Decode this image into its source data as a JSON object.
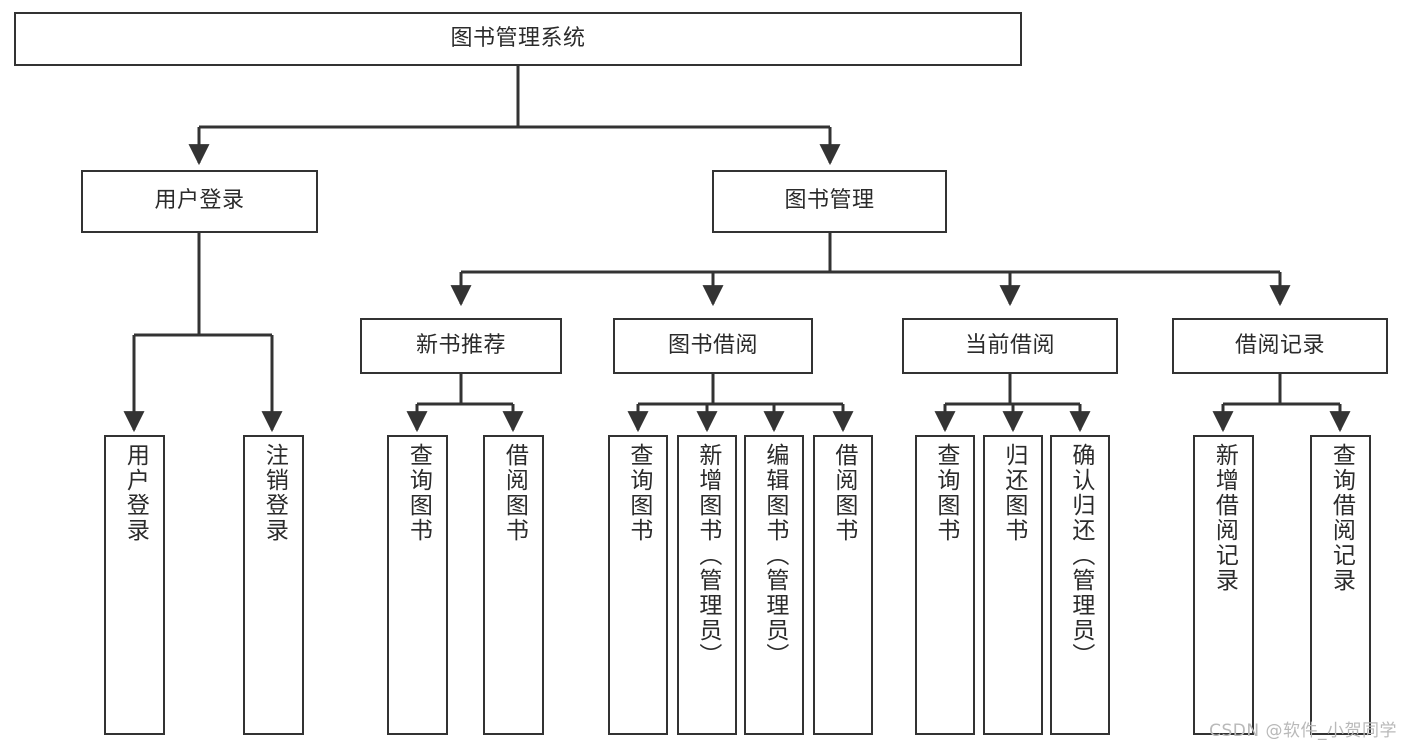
{
  "diagram": {
    "title": "图书管理系统",
    "type": "tree-hierarchy",
    "watermark": "CSDN @软件_小贺同学",
    "colors": {
      "background": "#ffffff",
      "node_border": "#333333",
      "node_fill": "#ffffff",
      "edge": "#333333",
      "text": "#2b2b2b",
      "watermark": "#b9b9b9"
    },
    "levels": {
      "root": {
        "label": "图书管理系统"
      },
      "level2": [
        {
          "label": "用户登录"
        },
        {
          "label": "图书管理"
        }
      ],
      "level3": [
        {
          "label": "新书推荐"
        },
        {
          "label": "图书借阅"
        },
        {
          "label": "当前借阅"
        },
        {
          "label": "借阅记录"
        }
      ],
      "leaves": {
        "user_login": [
          {
            "label": "用户登录"
          },
          {
            "label": "注销登录"
          }
        ],
        "new_book_recommend": [
          {
            "label": "查询图书"
          },
          {
            "label": "借阅图书"
          }
        ],
        "book_borrow": [
          {
            "label": "查询图书"
          },
          {
            "label": "新增图书（管理员）"
          },
          {
            "label": "编辑图书（管理员）"
          },
          {
            "label": "借阅图书"
          }
        ],
        "current_borrow": [
          {
            "label": "查询图书"
          },
          {
            "label": "归还图书"
          },
          {
            "label": "确认归还（管理员）"
          }
        ],
        "borrow_record": [
          {
            "label": "新增借阅记录"
          },
          {
            "label": "查询借阅记录"
          }
        ]
      }
    }
  }
}
